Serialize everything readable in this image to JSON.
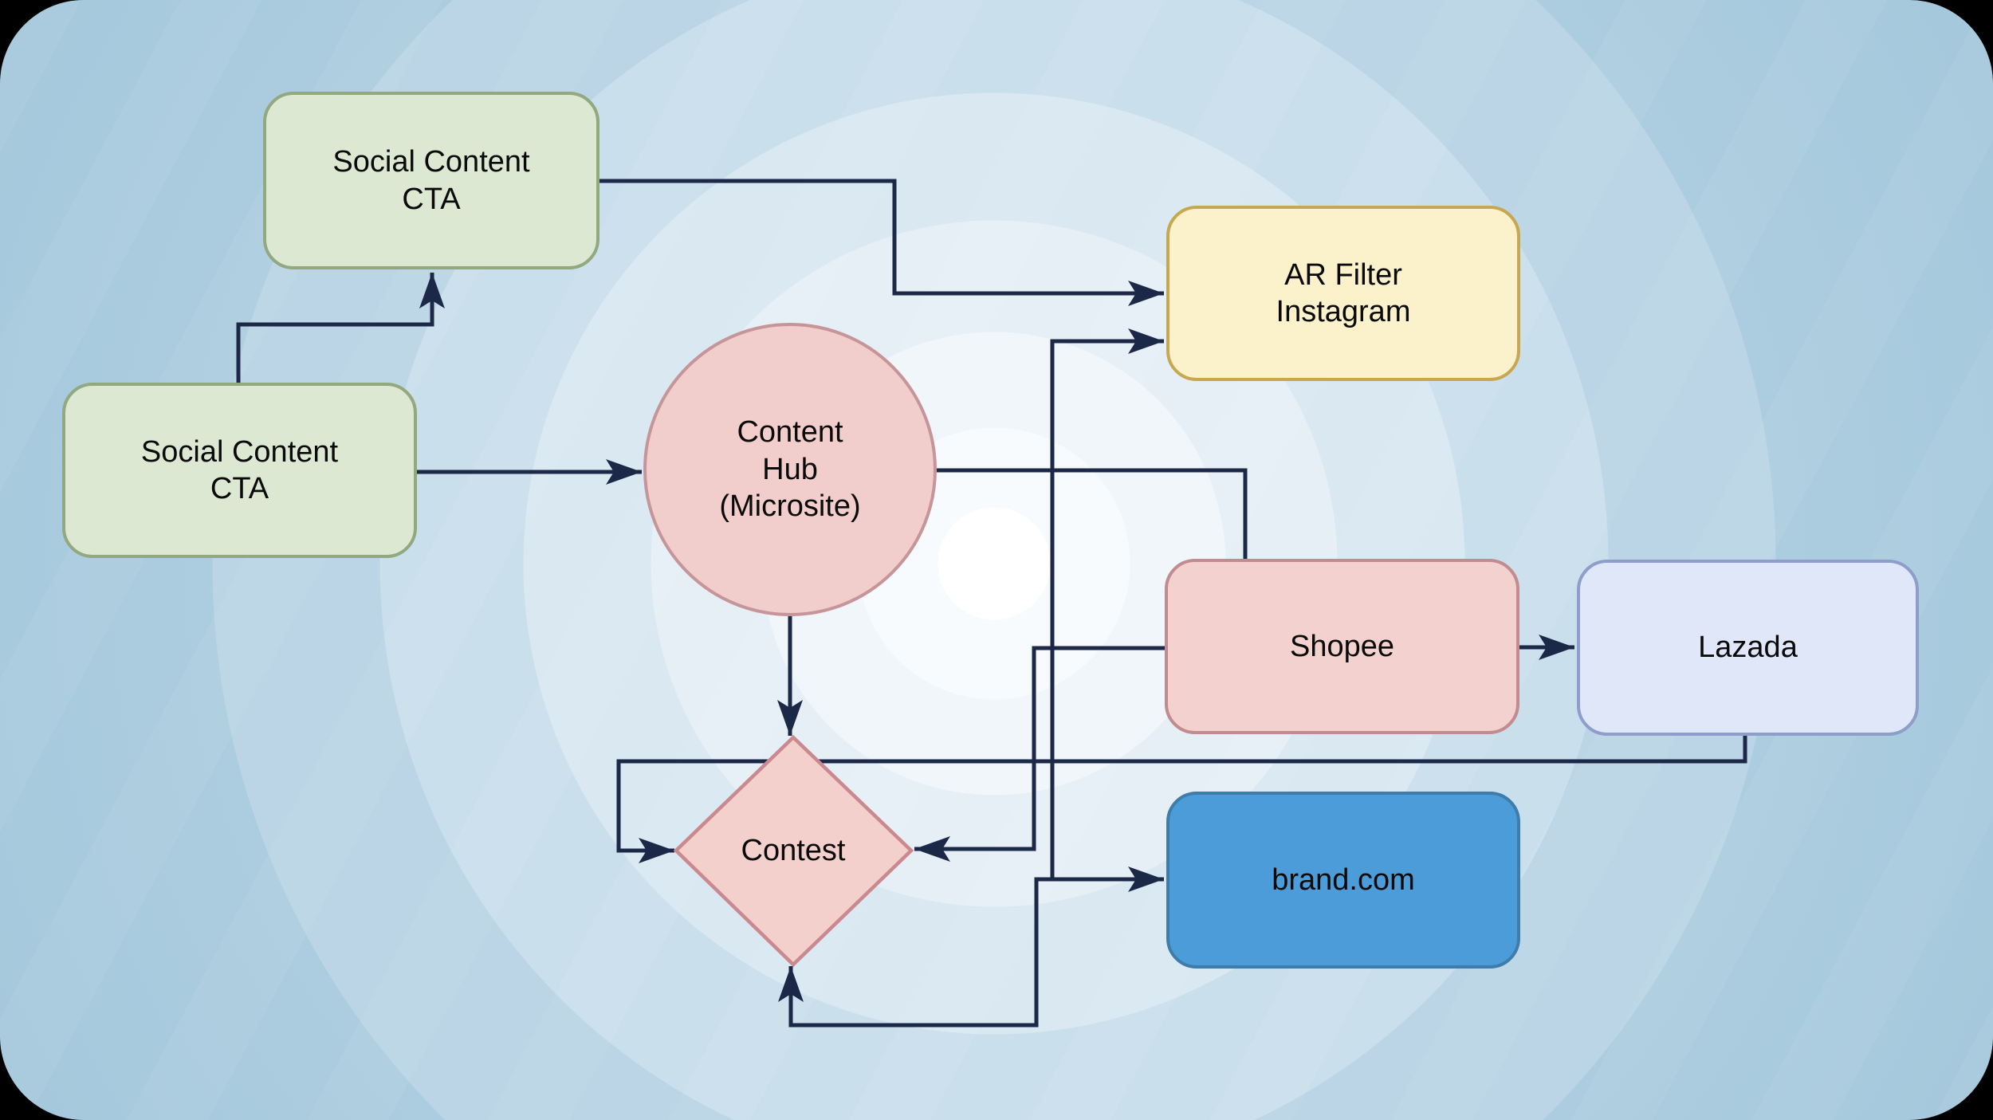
{
  "diagram": {
    "nodes": {
      "social_cta_top": {
        "label": "Social Content\nCTA",
        "shape": "rounded-rect",
        "fill": "#dce8d2",
        "border": "#92a87f"
      },
      "social_cta_left": {
        "label": "Social Content\nCTA",
        "shape": "rounded-rect",
        "fill": "#dce8d2",
        "border": "#92a87f"
      },
      "content_hub": {
        "label": "Content\nHub\n(Microsite)",
        "shape": "circle",
        "fill": "#f1cecb",
        "border": "#c69599"
      },
      "ar_filter": {
        "label": "AR Filter\nInstagram",
        "shape": "rounded-rect",
        "fill": "#fbf1ca",
        "border": "#c7a851"
      },
      "shopee": {
        "label": "Shopee",
        "shape": "rounded-rect",
        "fill": "#f3d1ce",
        "border": "#c18b90"
      },
      "lazada": {
        "label": "Lazada",
        "shape": "rounded-rect",
        "fill": "#e0e7f8",
        "border": "#8c9ec9"
      },
      "contest": {
        "label": "Contest",
        "shape": "diamond",
        "fill": "#f4d0cd",
        "border": "#c9898e"
      },
      "brand_com": {
        "label": "brand.com",
        "shape": "rounded-rect",
        "fill": "#4b9cd8",
        "border": "#3e7dab"
      }
    },
    "edges": [
      {
        "from": "social_cta_left",
        "to": "social_cta_top",
        "arrow": true
      },
      {
        "from": "social_cta_top",
        "to": "ar_filter",
        "arrow": true
      },
      {
        "from": "social_cta_left",
        "to": "content_hub",
        "arrow": true
      },
      {
        "from": "content_hub",
        "to": "ar_filter",
        "arrow": true
      },
      {
        "from": "content_hub",
        "to": "shopee",
        "arrow": false
      },
      {
        "from": "content_hub",
        "to": "brand_com",
        "arrow": true
      },
      {
        "from": "content_hub",
        "to": "contest",
        "arrow": true
      },
      {
        "from": "shopee",
        "to": "contest",
        "arrow": true
      },
      {
        "from": "shopee",
        "to": "lazada",
        "arrow": true
      },
      {
        "from": "lazada",
        "to": "contest",
        "arrow": true
      },
      {
        "from": "brand_com",
        "to": "contest",
        "arrow": true
      }
    ],
    "colors": {
      "edge": "#1c2847",
      "text": "#0a0a0a",
      "page_background": "#000000",
      "canvas_center": "#ffffff",
      "canvas_corner": "#a5c8dc"
    }
  }
}
